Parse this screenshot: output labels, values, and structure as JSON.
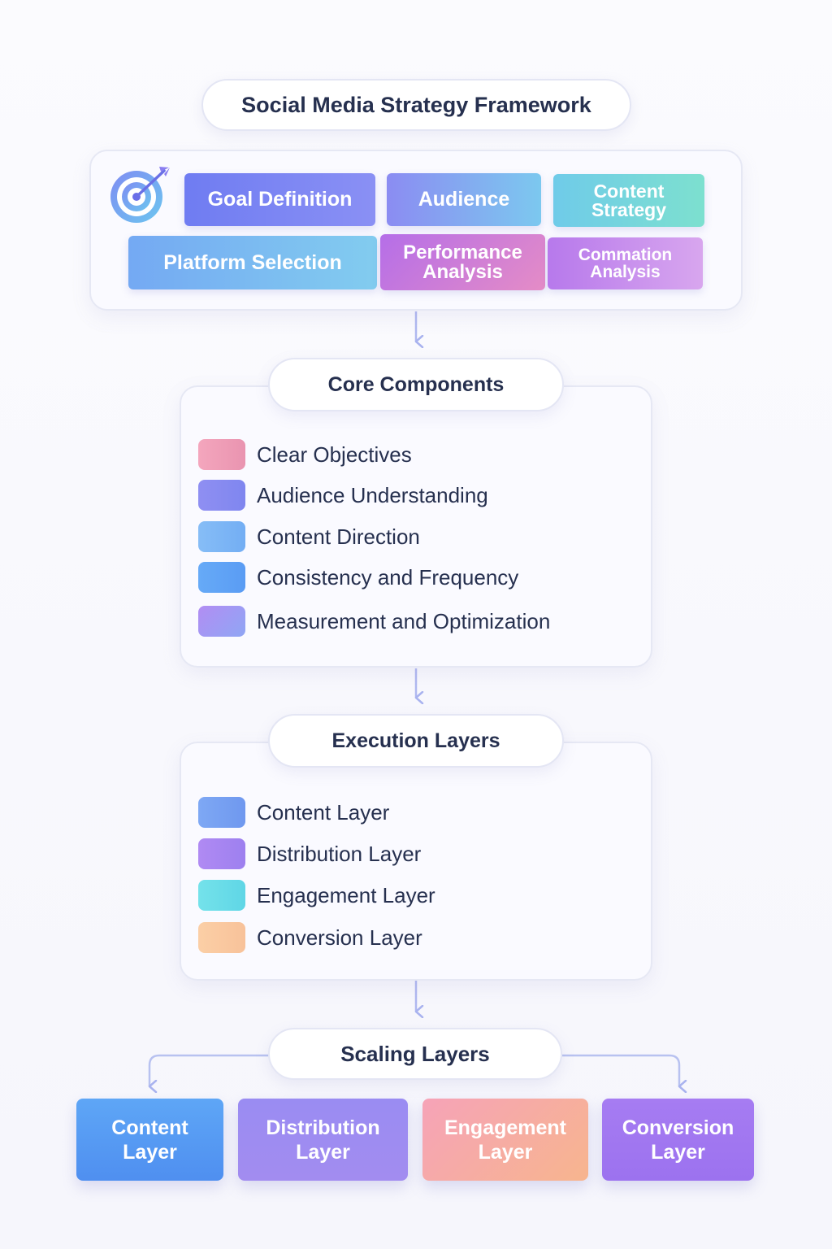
{
  "title": "Social Media Strategy Framework",
  "top_panel": {
    "icon": "target-icon",
    "tiles": [
      {
        "label": "Goal Definition"
      },
      {
        "label": "Audience"
      },
      {
        "label": "Content Strategy"
      },
      {
        "label": "Platform Selection"
      },
      {
        "label": "Performance Analysis"
      },
      {
        "label": "Commation Analysis"
      }
    ]
  },
  "core_components": {
    "heading": "Core Components",
    "items": [
      {
        "label": "Clear Objectives",
        "color": "#ee9ab4"
      },
      {
        "label": "Audience Understanding",
        "color": "#8a8cf2"
      },
      {
        "label": "Content Direction",
        "color": "#79b4f6"
      },
      {
        "label": "Consistency and Frequency",
        "color": "#5ba0f6"
      },
      {
        "label": "Measurement and Optimization",
        "color": "#a490f2"
      }
    ]
  },
  "execution_layers": {
    "heading": "Execution Layers",
    "items": [
      {
        "label": "Content Layer",
        "color": "#78a2f2"
      },
      {
        "label": "Distribution Layer",
        "color": "#a886f2"
      },
      {
        "label": "Engagement Layer",
        "color": "#66dce8"
      },
      {
        "label": "Conversion Layer",
        "color": "#fac79e"
      }
    ]
  },
  "scaling_layers": {
    "heading": "Scaling Layers",
    "boxes": [
      {
        "label": "Content Layer"
      },
      {
        "label": "Distribution Layer"
      },
      {
        "label": "Engagement Layer"
      },
      {
        "label": "Conversion Layer"
      }
    ]
  },
  "colors": {
    "connector": "#aab2ee",
    "title_text": "#26304f"
  }
}
